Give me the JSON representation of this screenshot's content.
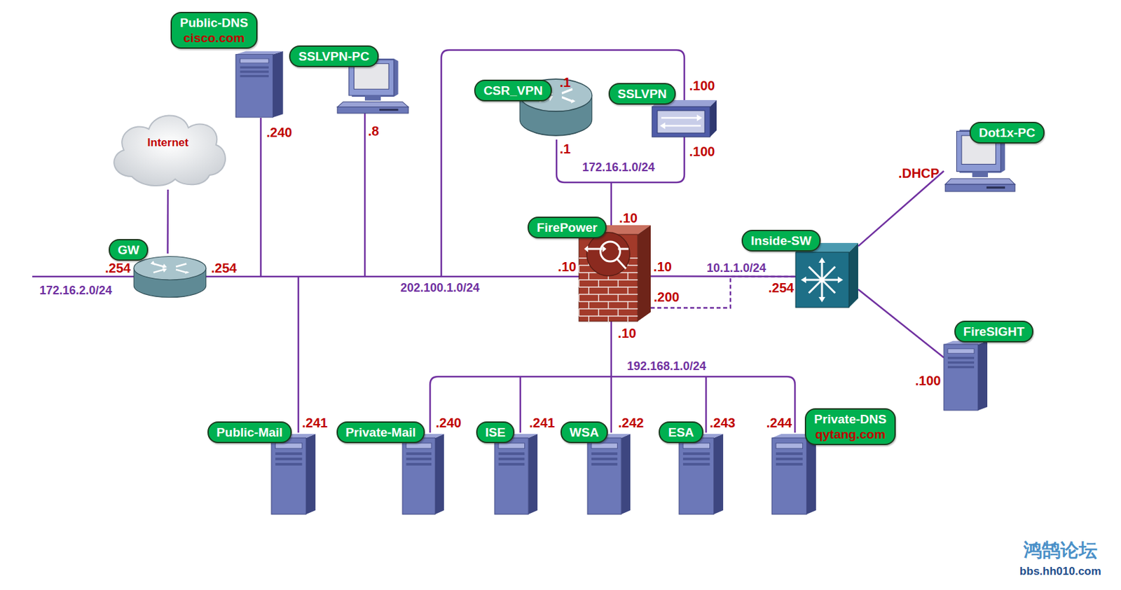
{
  "diagram": {
    "nodes": [
      {
        "text": [
          "Public-DNS",
          "cisco.com"
        ]
      },
      {
        "text": [
          "SSLVPN-PC"
        ]
      },
      {
        "text": [
          "Internet"
        ]
      },
      {
        "text": [
          "CSR_VPN"
        ]
      },
      {
        "text": [
          "SSLVPN"
        ]
      },
      {
        "text": [
          "Dot1x-PC"
        ]
      },
      {
        "text": [
          "GW"
        ]
      },
      {
        "text": [
          "FirePower"
        ]
      },
      {
        "text": [
          "Inside-SW"
        ]
      },
      {
        "text": [
          "FireSIGHT"
        ]
      },
      {
        "text": [
          "Public-Mail"
        ]
      },
      {
        "text": [
          "Private-Mail"
        ]
      },
      {
        "text": [
          "ISE"
        ]
      },
      {
        "text": [
          "WSA"
        ]
      },
      {
        "text": [
          "ESA"
        ]
      },
      {
        "text": [
          "Private-DNS",
          "qytang.com"
        ]
      }
    ],
    "edges": [
      {
        "from": 2,
        "to": 6,
        "arrow": "none"
      },
      {
        "from": 7,
        "to": 8,
        "label": "10.1.1.0/24",
        "arrow": "none"
      },
      {
        "from": 7,
        "to": 8,
        "arrow": "none"
      },
      {
        "from": 8,
        "to": 5,
        "arrow": "none"
      },
      {
        "from": 8,
        "to": 9,
        "arrow": "none"
      }
    ],
    "labels": [
      ".240",
      ".8",
      ".1",
      ".100",
      ".1",
      ".100",
      "172.16.1.0/24",
      ".DHCP",
      ".10",
      ".254",
      ".254",
      "172.16.2.0/24",
      "202.100.1.0/24",
      ".10",
      ".10",
      ".254",
      ".200",
      ".10",
      "192.168.1.0/24",
      ".100",
      ".241",
      ".240",
      ".241",
      ".242",
      ".243",
      ".244",
      "鸿鹄论坛",
      "bbs.hh010.com"
    ]
  }
}
